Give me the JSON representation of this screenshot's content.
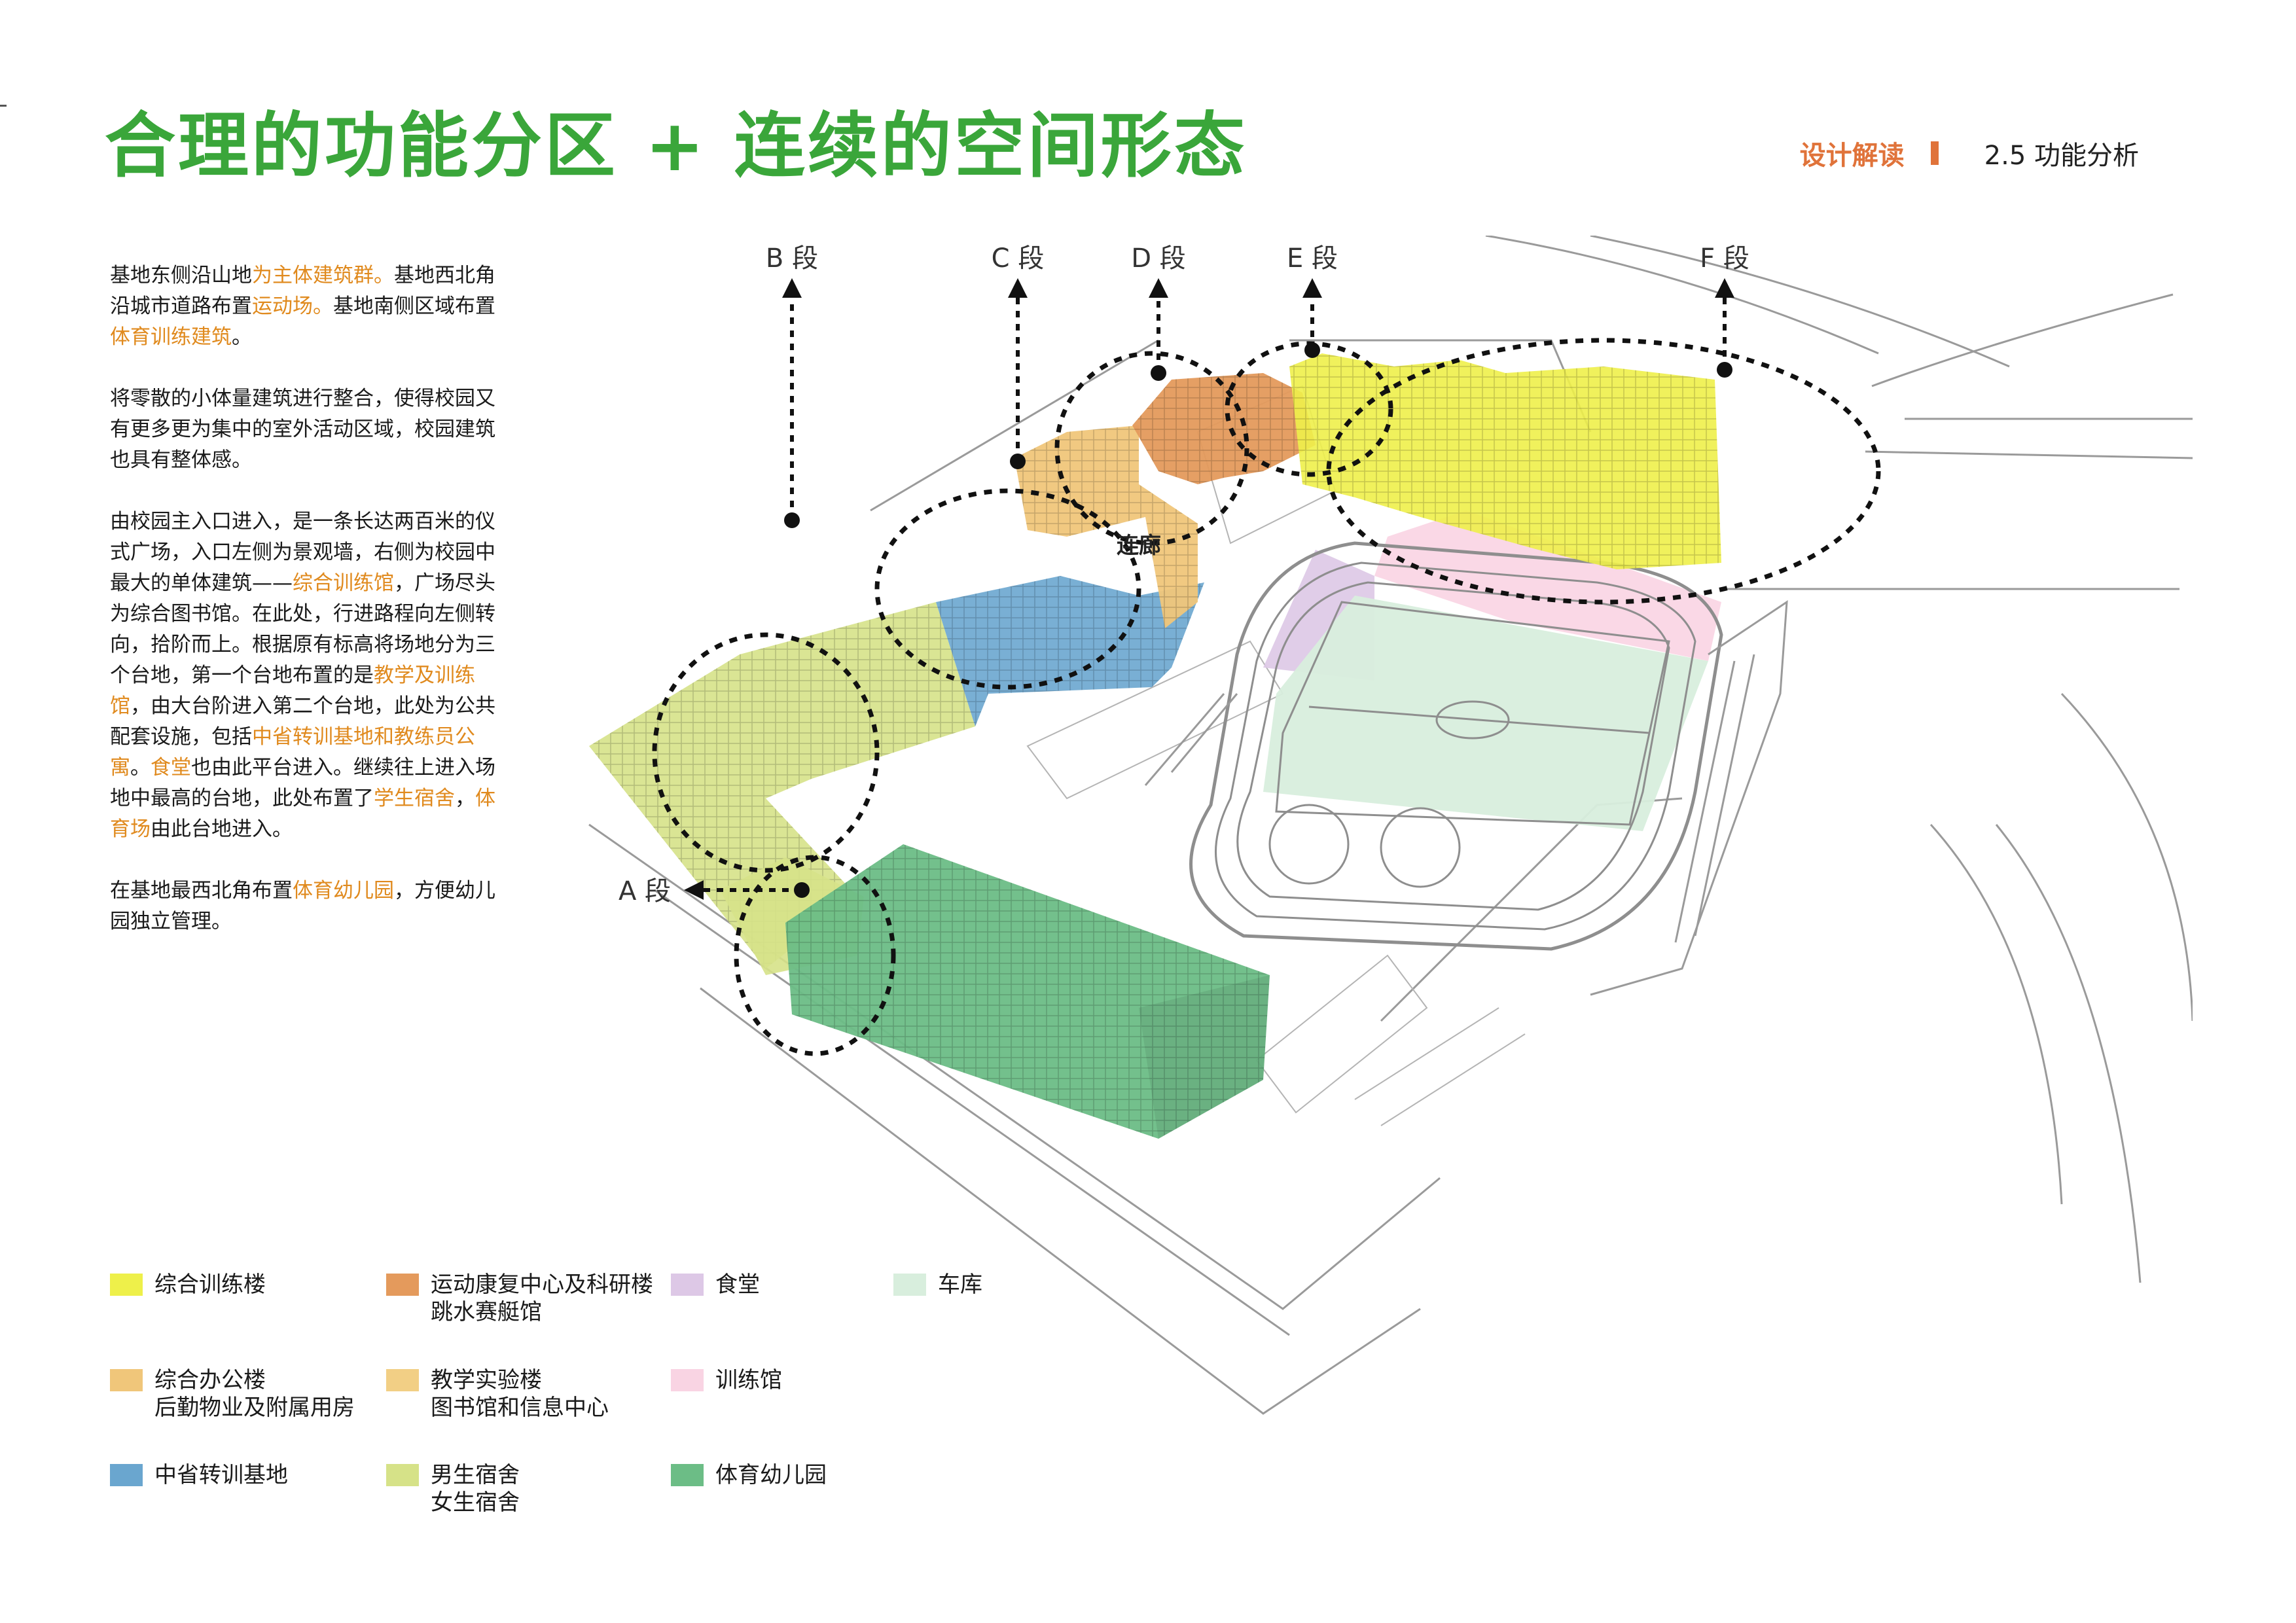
{
  "header": {
    "title": "合理的功能分区 + 连续的空间形态",
    "section_label": "设计解读",
    "section_number": "2.5 功能分析"
  },
  "description": {
    "p1": [
      {
        "t": "基地东侧沿山地",
        "h": false
      },
      {
        "t": "为主体建筑群。",
        "h": true
      },
      {
        "t": "基地西北角沿城市道路布置",
        "h": false
      },
      {
        "t": "运动场。",
        "h": true
      },
      {
        "t": "基地南侧区域布置",
        "h": false
      },
      {
        "t": "体育训练建筑",
        "h": true
      },
      {
        "t": "。",
        "h": false
      }
    ],
    "p2": [
      {
        "t": "将零散的小体量建筑进行整合，使得校园又有更多更为集中的室外活动区域，校园建筑也具有整体感。",
        "h": false
      }
    ],
    "p3": [
      {
        "t": "由校园主入口进入，是一条长达两百米的仪式广场，入口左侧为景观墙，右侧为校园中最大的单体建筑——",
        "h": false
      },
      {
        "t": "综合训练馆",
        "h": true
      },
      {
        "t": "，广场尽头为综合图书馆。在此处，行进路程向左侧转向，拾阶而上。根据原有标高将场地分为三个台地，第一个台地布置的是",
        "h": false
      },
      {
        "t": "教学及训练馆",
        "h": true
      },
      {
        "t": "，由大台阶进入第二个台地，此处为公共配套设施，包括",
        "h": false
      },
      {
        "t": "中省转训基地和教练员公寓",
        "h": true
      },
      {
        "t": "。",
        "h": false
      },
      {
        "t": "食堂",
        "h": true
      },
      {
        "t": "也由此平台进入。继续往上进入场地中最高的台地，此处布置了",
        "h": false
      },
      {
        "t": "学生宿舍",
        "h": true
      },
      {
        "t": "，",
        "h": false
      },
      {
        "t": "体育场",
        "h": true
      },
      {
        "t": "由此台地进入。",
        "h": false
      }
    ],
    "p4": [
      {
        "t": "在基地最西北角布置",
        "h": false
      },
      {
        "t": "体育幼儿园",
        "h": true
      },
      {
        "t": "，方便幼儿园独立管理。",
        "h": false
      }
    ]
  },
  "diagram": {
    "segments": {
      "a": "A 段",
      "b": "B 段",
      "c": "C 段",
      "d": "D 段",
      "e": "E 段",
      "f": "F 段"
    },
    "corridor_label": "连廊"
  },
  "legend": [
    {
      "lines": [
        "综合训练楼"
      ],
      "color": "#eef04a"
    },
    {
      "lines": [
        "运动康复中心及科研楼",
        "跳水赛艇馆"
      ],
      "color": "#e49a5c"
    },
    {
      "lines": [
        "食堂"
      ],
      "color": "#ddc8e6"
    },
    {
      "lines": [
        "车库"
      ],
      "color": "#d8eedd"
    },
    {
      "lines": [
        "综合办公楼",
        "后勤物业及附属用房"
      ],
      "color": "#f0c67a"
    },
    {
      "lines": [
        "教学实验楼",
        "图书馆和信息中心"
      ],
      "color": "#f2cf85"
    },
    {
      "lines": [
        "训练馆"
      ],
      "color": "#f9d4e3"
    },
    {
      "lines": [
        "中省转训基地"
      ],
      "color": "#6aa6cf"
    },
    {
      "lines": [
        "男生宿舍",
        "女生宿舍"
      ],
      "color": "#d6e288"
    },
    {
      "lines": [
        "体育幼儿园"
      ],
      "color": "#6cbd86"
    }
  ],
  "colors": {
    "title": "#3aa63a",
    "accent": "#e0733a",
    "highlight": "#e08a1e"
  }
}
